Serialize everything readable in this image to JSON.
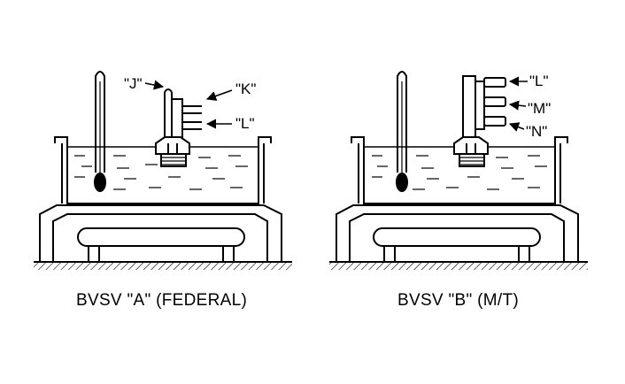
{
  "colors": {
    "ink": "#000000",
    "paper": "#ffffff"
  },
  "diagram_a": {
    "caption": "BVSV \"A\" (FEDERAL)",
    "port_labels": [
      "\"J\"",
      "\"K\"",
      "\"L\""
    ]
  },
  "diagram_b": {
    "caption": "BVSV \"B\" (M/T)",
    "port_labels": [
      "\"L\"",
      "\"M\"",
      "\"N\""
    ]
  }
}
